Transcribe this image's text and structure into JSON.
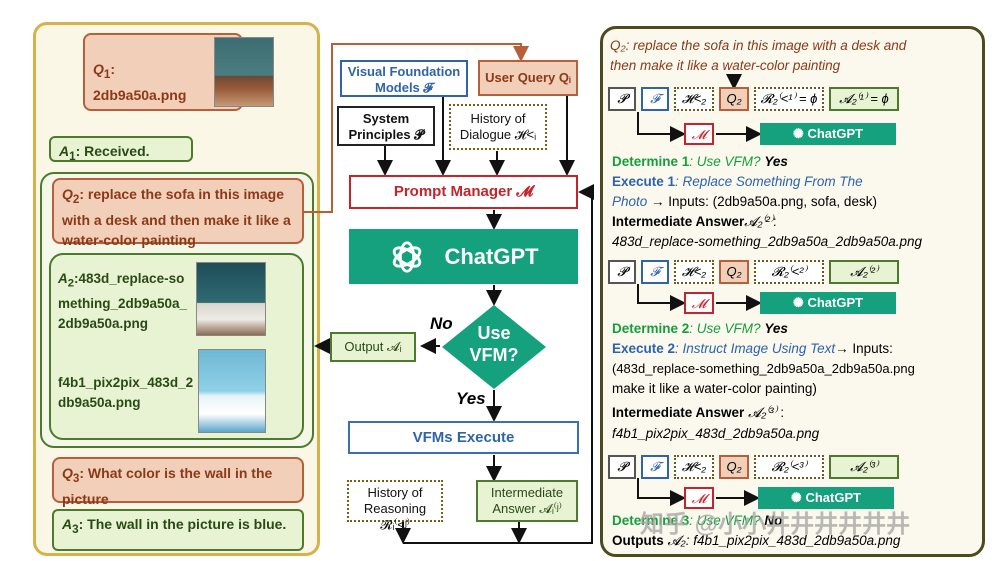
{
  "left_panel": {
    "q1": {
      "label": "Q",
      "sub": "1",
      "suffix": ":",
      "file": "2db9a50a.png"
    },
    "a1": {
      "label": "A",
      "sub": "1",
      "text": ": Received."
    },
    "q2": {
      "label": "Q",
      "sub": "2",
      "text": ": replace the sofa in this image with a desk and then make it like a water-color painting"
    },
    "a2": {
      "label": "A",
      "sub": "2",
      "file1": ":483d_replace-something_2db9a50a_2db9a50a.png",
      "file2": "f4b1_pix2pix_483d_2db9a50a.png"
    },
    "q3": {
      "label": "Q",
      "sub": "3",
      "text": ": What color is the wall in the picture"
    },
    "a3": {
      "label": "A",
      "sub": "3",
      "text": ": The wall in the picture is blue."
    }
  },
  "middle": {
    "vfm_models": {
      "line1": "Visual Foundation",
      "line2": "Models 𝓕"
    },
    "user_query": "User Query Qᵢ",
    "system_principles": {
      "line1": "System",
      "line2": "Principles 𝓟"
    },
    "history_dialogue": {
      "line1": "History of",
      "line2": "Dialogue 𝓗<ᵢ"
    },
    "prompt_manager": "Prompt  Manager 𝓜",
    "chatgpt": "ChatGPT",
    "use_vfm": {
      "line1": "Use",
      "line2": "VFM?"
    },
    "no_label": "No",
    "yes_label": "Yes",
    "output": "Output 𝓐ᵢ",
    "vfms_execute": "VFMs Execute",
    "history_reasoning": {
      "line1": "History of",
      "line2": "Reasoning 𝓡ᵢ⁽<ʲ⁾"
    },
    "intermediate_answer": {
      "line1": "Intermediate",
      "line2": "Answer 𝓐ᵢ⁽ʲ⁾"
    }
  },
  "right_panel": {
    "q2_title": {
      "label": "Q₂",
      "line1": ": replace the sofa in this image with a desk and",
      "line2": "then make it like a water-color painting"
    },
    "row1": {
      "p": "𝓟",
      "f": "𝓕",
      "h": "𝓗<₂",
      "q": "Q₂",
      "r": "𝓡₂⁽<¹⁾ = ϕ",
      "a": "𝓐₂⁽¹⁾ = ϕ",
      "m": "𝓜",
      "chatgpt": "ChatGPT"
    },
    "determine1": {
      "label": "Determine 1",
      "text": ": Use VFM?",
      "yes": "Yes"
    },
    "execute1": {
      "label": "Execute 1",
      "text": ": Replace Something From The",
      "line2": "Photo",
      "inputs": "→ Inputs: (2db9a50a.png, sofa, desk)"
    },
    "intermediate1": {
      "label": "Intermediate Answer",
      "sym": "𝓐₂⁽²⁾",
      "colon": ":",
      "value": "483d_replace-something_2db9a50a_2db9a50a.png"
    },
    "row2": {
      "p": "𝓟",
      "f": "𝓕",
      "h": "𝓗<₂",
      "q": "Q₂",
      "r": "𝓡₂⁽<²⁾",
      "a": "𝓐₂⁽²⁾",
      "m": "𝓜",
      "chatgpt": "ChatGPT"
    },
    "determine2": {
      "label": "Determine 2",
      "text": ": Use VFM?",
      "yes": "Yes"
    },
    "execute2": {
      "label": "Execute 2",
      "text": ": Instruct Image Using Text",
      "inputs": "→ Inputs:",
      "line2": "(483d_replace-something_2db9a50a_2db9a50a.png",
      "line3": "make it like a water-color painting)"
    },
    "intermediate2": {
      "label": "Intermediate Answer",
      "sym": "𝓐₂⁽³⁾",
      "colon": " :",
      "value": "f4b1_pix2pix_483d_2db9a50a.png"
    },
    "row3": {
      "p": "𝓟",
      "f": "𝓕",
      "h": "𝓗<₂",
      "q": "Q₂",
      "r": "𝓡₂⁽<³⁾",
      "a": "𝓐₂⁽³⁾",
      "m": "𝓜",
      "chatgpt": "ChatGPT"
    },
    "determine3": {
      "label": "Determine 3",
      "text": ": Use VFM?",
      "yes": "No"
    },
    "outputs": {
      "label": "Outputs",
      "sym": "𝓐₂",
      "value": ": f4b1_pix2pix_483d_2db9a50a.png"
    }
  },
  "watermark": "知乎 @小小井井井井井井",
  "colors": {
    "chatgpt_green": "#15a07e",
    "prompt_red": "#c4242b",
    "vfm_blue": "#2f65a8",
    "query_orange": "#f2cfb9",
    "answer_green": "#e8f3d4",
    "panel_gold": "#d6b24a"
  },
  "icons": [
    "openai-logo-icon"
  ]
}
